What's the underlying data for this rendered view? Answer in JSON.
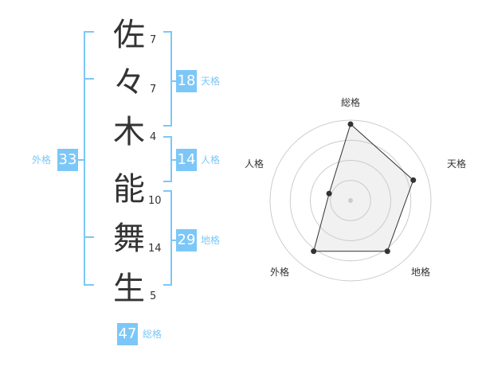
{
  "name_chars": [
    {
      "char": "佐",
      "strokes": "7"
    },
    {
      "char": "々",
      "strokes": "7"
    },
    {
      "char": "木",
      "strokes": "4"
    },
    {
      "char": "能",
      "strokes": "10"
    },
    {
      "char": "舞",
      "strokes": "14"
    },
    {
      "char": "生",
      "strokes": "5"
    }
  ],
  "kakusu": {
    "tenkaku": {
      "value": "18",
      "label": "天格"
    },
    "jinkaku": {
      "value": "14",
      "label": "人格"
    },
    "chikaku": {
      "value": "29",
      "label": "地格"
    },
    "gaikaku": {
      "value": "33",
      "label": "外格"
    },
    "soukaku": {
      "value": "47",
      "label": "総格"
    }
  },
  "accent_color": "#7cc7f7",
  "chart_data": {
    "type": "radar",
    "axes": [
      "総格",
      "天格",
      "地格",
      "外格",
      "人格"
    ],
    "values": [
      0.95,
      0.82,
      0.78,
      0.78,
      0.28
    ],
    "rings": 4
  }
}
